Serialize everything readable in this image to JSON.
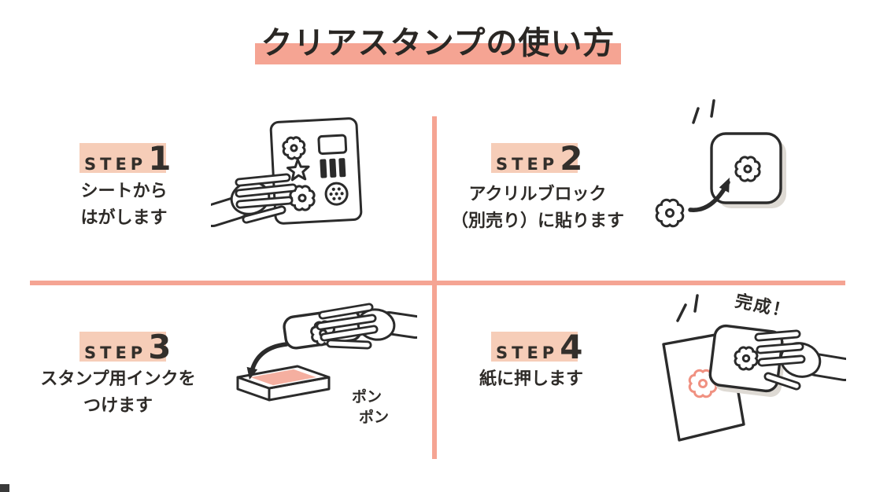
{
  "title": "クリアスタンプの使い方",
  "colors": {
    "salmon_accent": "#F5A493",
    "peach_label_bg": "#F6CDB8",
    "ink_pad_pink": "#F5AFA0",
    "stamp_print_pink": "#F09181",
    "line_dark": "#2B2B2B"
  },
  "steps": [
    {
      "label": "STEP",
      "number": "1",
      "text_lines": [
        "シートから",
        "はがします"
      ],
      "illustration": "hand-peeling-flower-stamp-from-sheet"
    },
    {
      "label": "STEP",
      "number": "2",
      "text_lines": [
        "アクリルブロック",
        "（別売り）に貼ります"
      ],
      "illustration": "flower-stamp-attached-to-acrylic-block"
    },
    {
      "label": "STEP",
      "number": "3",
      "text_lines": [
        "スタンプ用インクを",
        "つけます"
      ],
      "illustration": "block-pressed-onto-ink-pad"
    },
    {
      "label": "STEP",
      "number": "4",
      "text_lines": [
        "紙に押します"
      ],
      "illustration": "stamping-onto-paper"
    }
  ],
  "annotations": {
    "pon": [
      "ポン",
      "ポン"
    ],
    "done": "完成！"
  }
}
